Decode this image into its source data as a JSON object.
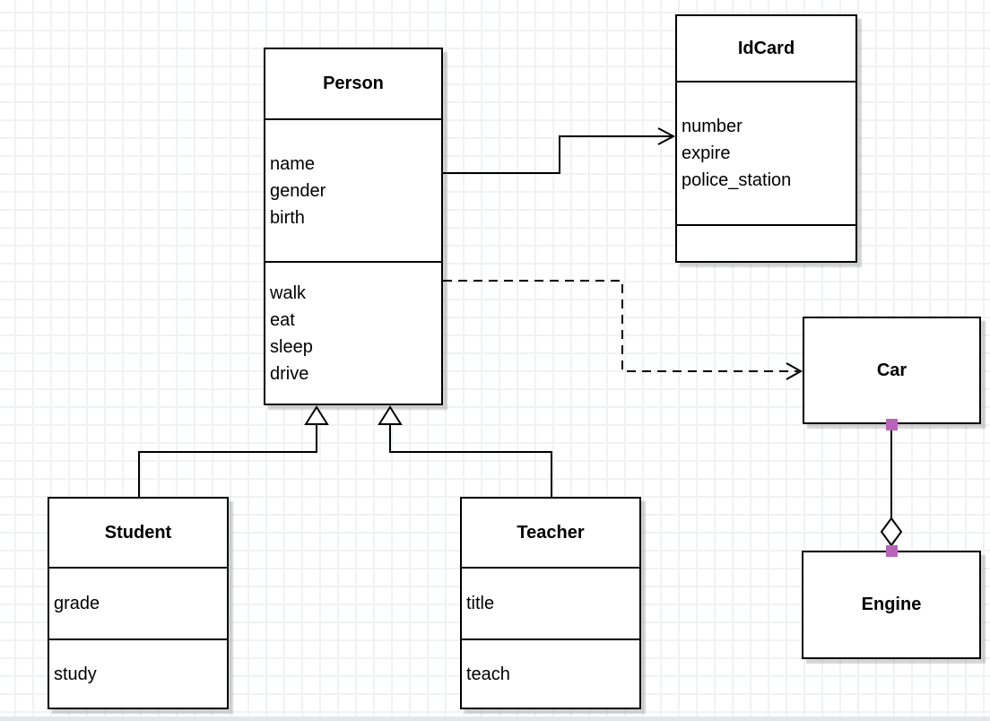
{
  "diagram": {
    "classes": [
      {
        "name": "Person",
        "attributes": [
          "name",
          "gender",
          "birth"
        ],
        "methods": [
          "walk",
          "eat",
          "sleep",
          "drive"
        ]
      },
      {
        "name": "IdCard",
        "attributes": [
          "number",
          "expire",
          "police_station"
        ],
        "methods": []
      },
      {
        "name": "Student",
        "attributes": [
          "grade"
        ],
        "methods": [
          "study"
        ]
      },
      {
        "name": "Teacher",
        "attributes": [
          "title"
        ],
        "methods": [
          "teach"
        ]
      },
      {
        "name": "Car"
      },
      {
        "name": "Engine"
      }
    ],
    "relationships": [
      {
        "type": "association",
        "from": "Person",
        "to": "IdCard",
        "line": "solid",
        "arrow": "open"
      },
      {
        "type": "dependency",
        "from": "Person",
        "to": "Car",
        "line": "dashed",
        "arrow": "open"
      },
      {
        "type": "generalization",
        "from": "Student",
        "to": "Person",
        "line": "solid",
        "arrow": "hollow-triangle"
      },
      {
        "type": "generalization",
        "from": "Teacher",
        "to": "Person",
        "line": "solid",
        "arrow": "hollow-triangle"
      },
      {
        "type": "aggregation",
        "from": "Car",
        "to": "Engine",
        "line": "solid",
        "arrow": "hollow-diamond"
      }
    ],
    "colors": {
      "stroke": "#000000",
      "shape_fill": "#ffffff",
      "grid_line": "#f0f2f3",
      "connection_point": "#b964b9",
      "page_edge": "#e2e7eb"
    }
  }
}
